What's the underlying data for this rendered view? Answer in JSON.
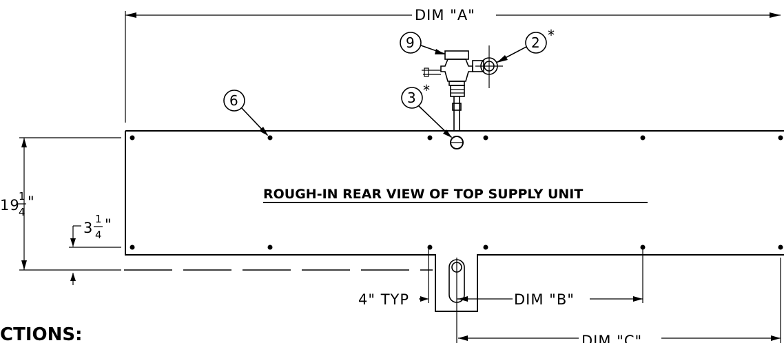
{
  "drawing": {
    "title": "ROUGH-IN REAR VIEW OF TOP SUPPLY UNIT",
    "section_heading": "CTIONS:",
    "dimensions": {
      "dim_a": "DIM \"A\"",
      "dim_b": "DIM \"B\"",
      "dim_c": "DIM \"C\"",
      "typ": "4\" TYP",
      "height_whole": "19",
      "height_num": "1",
      "height_den": "4",
      "height_unit": "\"",
      "offset_whole": "3",
      "offset_num": "1",
      "offset_den": "4",
      "offset_unit": "\""
    },
    "callouts": [
      {
        "number": "9",
        "asterisk": ""
      },
      {
        "number": "2",
        "asterisk": "*"
      },
      {
        "number": "3",
        "asterisk": "*"
      },
      {
        "number": "6",
        "asterisk": ""
      }
    ]
  }
}
